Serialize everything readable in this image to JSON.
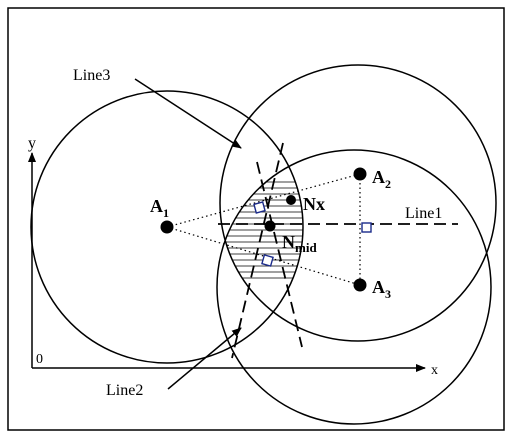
{
  "labels": {
    "line3": "Line3",
    "line2": "Line2",
    "line1": "Line1",
    "axis_y": "y",
    "axis_x": "x",
    "origin": "0",
    "a1_base": "A",
    "a1_sub": "1",
    "a2_base": "A",
    "a2_sub": "2",
    "a3_base": "A",
    "a3_sub": "3",
    "nx": "Nx",
    "nmid_base": "N",
    "nmid_sub": "mid"
  }
}
